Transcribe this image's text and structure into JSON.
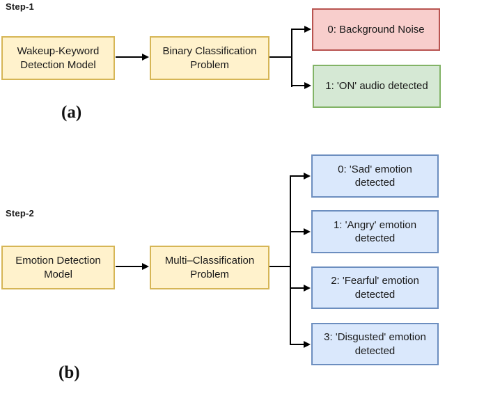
{
  "diagram": {
    "step1": {
      "label": "Step-1",
      "caption": "(a)",
      "model": "Wakeup-Keyword\nDetection Model",
      "problem": "Binary Classification\nProblem",
      "outputs": [
        {
          "text": "0: Background Noise",
          "kind": "negative"
        },
        {
          "text": "1: 'ON' audio detected",
          "kind": "positive"
        }
      ]
    },
    "step2": {
      "label": "Step-2",
      "caption": "(b)",
      "model": "Emotion Detection\nModel",
      "problem": "Multi–Classification\nProblem",
      "outputs": [
        {
          "text": "0: 'Sad' emotion\ndetected",
          "kind": "emotion"
        },
        {
          "text": "1: 'Angry' emotion\ndetected",
          "kind": "emotion"
        },
        {
          "text": "2: 'Fearful' emotion\ndetected",
          "kind": "emotion"
        },
        {
          "text": "3: 'Disgusted' emotion\ndetected",
          "kind": "emotion"
        }
      ]
    },
    "colors": {
      "process_fill": "#FFF2CC",
      "process_border": "#D6B656",
      "negative_fill": "#F8CECC",
      "negative_border": "#B85450",
      "positive_fill": "#D5E8D4",
      "positive_border": "#82B366",
      "emotion_fill": "#DAE8FC",
      "emotion_border": "#6C8EBF",
      "connector": "#000000"
    }
  }
}
